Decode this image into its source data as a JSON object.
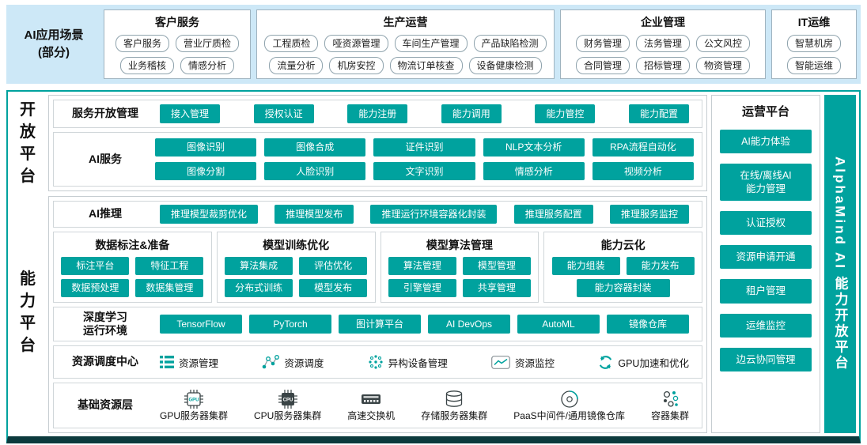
{
  "top": {
    "label": "AI应用场景\n(部分)",
    "groups": [
      {
        "title": "客户服务",
        "row1": [
          "客户服务",
          "营业厅质检"
        ],
        "row2": [
          "业务稽核",
          "情感分析"
        ]
      },
      {
        "title": "生产运营",
        "row1": [
          "工程质检",
          "哑资源管理",
          "车间生产管理",
          "产品缺陷检测"
        ],
        "row2": [
          "流量分析",
          "机房安控",
          "物流订单核查",
          "设备健康检测"
        ]
      },
      {
        "title": "企业管理",
        "row1": [
          "财务管理",
          "法务管理",
          "公文风控"
        ],
        "row2": [
          "合同管理",
          "招标管理",
          "物资管理"
        ]
      },
      {
        "title": "IT运维",
        "row1": [
          "智慧机房"
        ],
        "row2": [
          "智能运维"
        ]
      }
    ]
  },
  "open": {
    "vlabel": "开\n放\n平\n台",
    "service_mgmt": {
      "title": "服务开放管理",
      "buttons": [
        "接入管理",
        "授权认证",
        "能力注册",
        "能力调用",
        "能力管控",
        "能力配置"
      ]
    },
    "ai_services": {
      "title": "AI服务",
      "row1": [
        "图像识别",
        "图像合成",
        "证件识别",
        "NLP文本分析",
        "RPA流程自动化"
      ],
      "row2": [
        "图像分割",
        "人脸识别",
        "文字识别",
        "情感分析",
        "视频分析"
      ]
    }
  },
  "cap": {
    "vlabel": "能\n力\n平\n台",
    "inference": {
      "title": "AI推理",
      "buttons": [
        "推理模型裁剪优化",
        "推理模型发布",
        "推理运行环境容器化封装",
        "推理服务配置",
        "推理服务监控"
      ]
    },
    "boxes": [
      {
        "title": "数据标注&准备",
        "row1": [
          "标注平台",
          "特征工程"
        ],
        "row2": [
          "数据预处理",
          "数据集管理"
        ]
      },
      {
        "title": "模型训练优化",
        "row1": [
          "算法集成",
          "评估优化"
        ],
        "row2": [
          "分布式训练",
          "模型发布"
        ]
      },
      {
        "title": "模型算法管理",
        "row1": [
          "算法管理",
          "模型管理"
        ],
        "row2": [
          "引擎管理",
          "共享管理"
        ]
      },
      {
        "title": "能力云化",
        "row1": [
          "能力组装",
          "能力发布"
        ],
        "row2": [
          "能力容器封装"
        ]
      }
    ],
    "dl_env": {
      "title": "深度学习\n运行环境",
      "buttons": [
        "TensorFlow",
        "PyTorch",
        "图计算平台",
        "AI DevOps",
        "AutoML",
        "镜像仓库"
      ]
    },
    "scheduler": {
      "title": "资源调度中心",
      "items": [
        {
          "icon": "resource-management-icon",
          "label": "资源管理"
        },
        {
          "icon": "resource-scheduling-icon",
          "label": "资源调度"
        },
        {
          "icon": "heterogeneous-devices-icon",
          "label": "异构设备管理"
        },
        {
          "icon": "resource-monitoring-icon",
          "label": "资源监控"
        },
        {
          "icon": "gpu-acceleration-icon",
          "label": "GPU加速和优化"
        }
      ]
    },
    "infra": {
      "title": "基础资源层",
      "items": [
        {
          "icon": "gpu-cluster-icon",
          "label": "GPU服务器集群"
        },
        {
          "icon": "cpu-cluster-icon",
          "label": "CPU服务器集群"
        },
        {
          "icon": "switch-icon",
          "label": "高速交换机"
        },
        {
          "icon": "storage-cluster-icon",
          "label": "存储服务器集群"
        },
        {
          "icon": "paas-middleware-icon",
          "label": "PaaS中间件/通用镜像仓库"
        },
        {
          "icon": "container-cluster-icon",
          "label": "容器集群"
        }
      ]
    }
  },
  "ops": {
    "title": "运营平台",
    "buttons": [
      "AI能力体验",
      "在线/离线AI\n能力管理",
      "认证授权",
      "资源申请开通",
      "租户管理",
      "运维监控",
      "边云协同管理"
    ]
  },
  "brand": {
    "label": "AlphaMind AI 能力开放平台"
  },
  "colors": {
    "teal": "#00A29E",
    "light_blue": "#CDE8F7",
    "dark_teal": "#0C3A3D"
  }
}
